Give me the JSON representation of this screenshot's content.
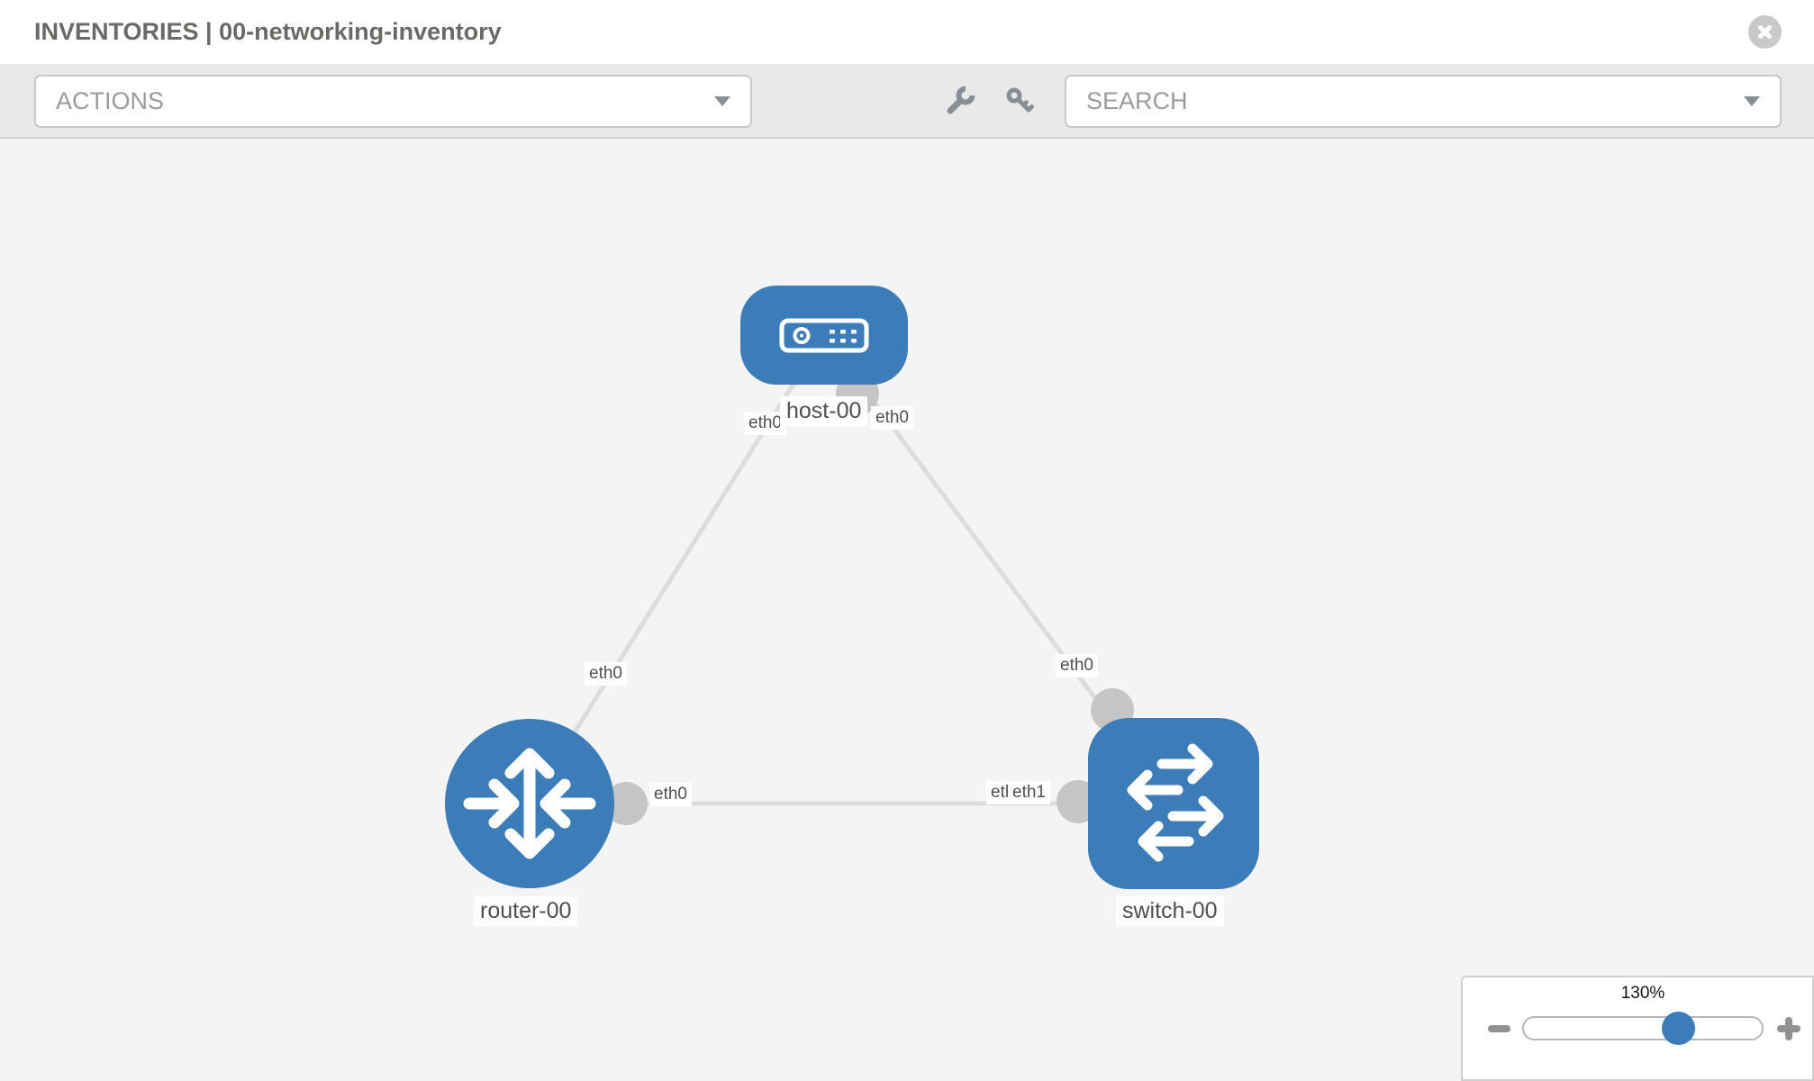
{
  "header": {
    "title": "INVENTORIES | 00-networking-inventory"
  },
  "toolbar": {
    "actions_label": "ACTIONS",
    "search_label": "SEARCH"
  },
  "icons": {
    "close": "x-in-circle",
    "wrench": "wrench",
    "key": "key",
    "dropdown_caret": "triangle-down",
    "zoom_out": "minus",
    "zoom_in": "plus"
  },
  "topology": {
    "nodes": [
      {
        "label": "host-00",
        "type": "host"
      },
      {
        "label": "router-00",
        "type": "router"
      },
      {
        "label": "switch-00",
        "type": "switch"
      }
    ],
    "links": [
      {
        "from": "host-00",
        "from_iface": "eth0",
        "to": "router-00",
        "to_iface": "eth0"
      },
      {
        "from": "host-00",
        "from_iface": "eth0",
        "to": "switch-00",
        "to_iface": "eth0"
      },
      {
        "from": "router-00",
        "from_iface": "eth0",
        "to": "switch-00",
        "to_iface": "eth1"
      }
    ],
    "overlapped_iface_label": "eth0"
  },
  "zoom_control": {
    "level": "130%"
  },
  "colors": {
    "node_blue": "#3c7cb8",
    "link_gray": "#dcdcdc",
    "connector_gray": "#c5c5c5",
    "canvas_bg": "#f4f4f4",
    "toolbar_bg": "#e9e9e9"
  }
}
